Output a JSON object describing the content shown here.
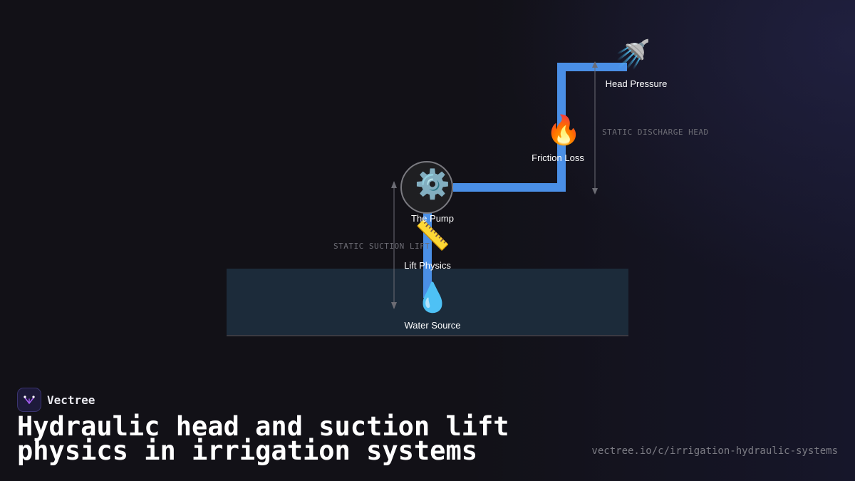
{
  "diagram": {
    "nodes": {
      "head_pressure": {
        "label": "Head Pressure",
        "icon": "shower-icon",
        "glyph": "🚿"
      },
      "friction_loss": {
        "label": "Friction Loss",
        "icon": "fire-icon",
        "glyph": "🔥"
      },
      "pump": {
        "label": "The Pump",
        "icon": "gear-icon",
        "glyph": "⚙️"
      },
      "lift_physics": {
        "label": "Lift Physics",
        "icon": "ruler-icon",
        "glyph": "📏"
      },
      "water_source": {
        "label": "Water Source",
        "icon": "water-drop-icon",
        "glyph": "💧"
      }
    },
    "dimensions": {
      "discharge": "STATIC DISCHARGE HEAD",
      "suction": "STATIC SUCTION LIFT"
    },
    "colors": {
      "pipe": "#4a8fe6",
      "water": "#1c2b3a",
      "dimension_line": "#6c6c74"
    }
  },
  "brand": {
    "name": "Vectree"
  },
  "title": "Hydraulic head and suction lift physics in irrigation systems",
  "url": "vectree.io/c/irrigation-hydraulic-systems"
}
